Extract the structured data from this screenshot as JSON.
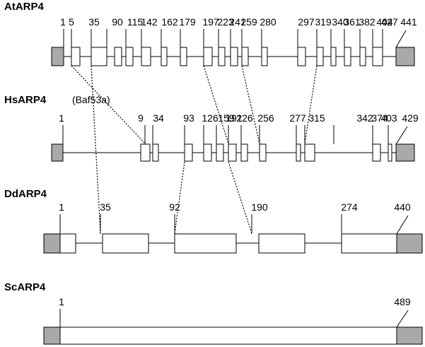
{
  "genes": [
    {
      "name": "AtARP4",
      "subtitle": "",
      "labels": [
        "1",
        "5",
        "35",
        "90",
        "115",
        "142",
        "162",
        "179",
        "197",
        "223",
        "241",
        "259",
        "280",
        "297",
        "319",
        "340",
        "361",
        "382",
        "404",
        "427",
        "441"
      ]
    },
    {
      "name": "HsARP4",
      "subtitle": "(Baf53a)",
      "labels": [
        "1",
        "9",
        "34",
        "93",
        "126",
        "159",
        "191",
        "226",
        "256",
        "277",
        "315",
        "342",
        "374",
        "403",
        "429"
      ]
    },
    {
      "name": "DdARP4",
      "subtitle": "",
      "labels": [
        "1",
        "35",
        "92",
        "190",
        "274",
        "440"
      ]
    },
    {
      "name": "ScARP4",
      "subtitle": "",
      "labels": [
        "1",
        "489"
      ]
    }
  ],
  "colors": {
    "utr_fill": "#a9a9a9",
    "exon_fill": "#ffffff",
    "line": "#000000"
  }
}
